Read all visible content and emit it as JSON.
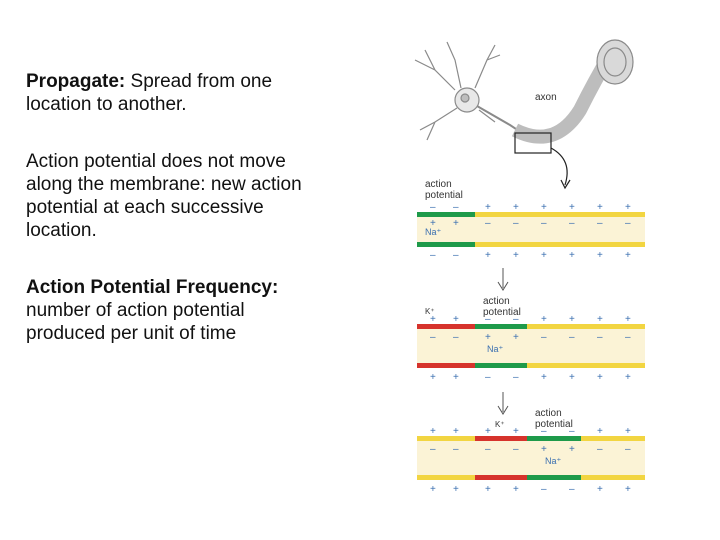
{
  "text": {
    "p1_term": "Propagate:",
    "p1_body": " Spread from one location to another.",
    "p2_body": "Action potential does not move along the membrane: new action potential at each successive location.",
    "p3_term": "Action Potential Frequency:",
    "p3_body": " number of action potential produced per unit of time"
  },
  "figure": {
    "axon_label": "axon",
    "ap_label_line1": "action",
    "ap_label_line2": "potential",
    "na_label": "Na⁺",
    "k_label": "K⁺",
    "plus": "+",
    "minus": "–"
  },
  "colors": {
    "membrane_yellow": "#f2d541",
    "membrane_green": "#1e9a4a",
    "membrane_red": "#d6332c",
    "axoplasm": "#fbf3d6",
    "charge_blue": "#3a6fb0",
    "neuron_gray": "#8a8a8a"
  }
}
